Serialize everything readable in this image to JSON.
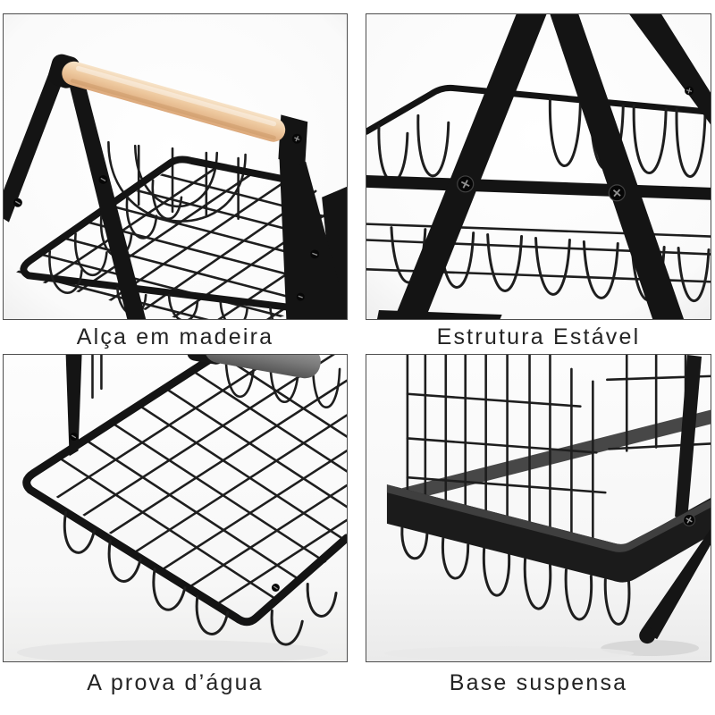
{
  "panels": [
    {
      "id": "wooden-handle",
      "caption": "Alça em madeira"
    },
    {
      "id": "stable-structure",
      "caption": "Estrutura Estável"
    },
    {
      "id": "waterproof",
      "caption": "A prova d’água"
    },
    {
      "id": "suspended-base",
      "caption": "Base suspensa"
    }
  ],
  "colors": {
    "page_bg": "#ffffff",
    "photo_border": "#4e4e4e",
    "caption_text": "#242424",
    "metal": "#141414",
    "wire": "#1e1e1e",
    "wood_light": "#f7e3c8",
    "wood_mid": "#eec99f",
    "wood_dark": "#dca87a",
    "handle_gray": "#8a8a8a",
    "shadow": "#e3e3e3"
  }
}
